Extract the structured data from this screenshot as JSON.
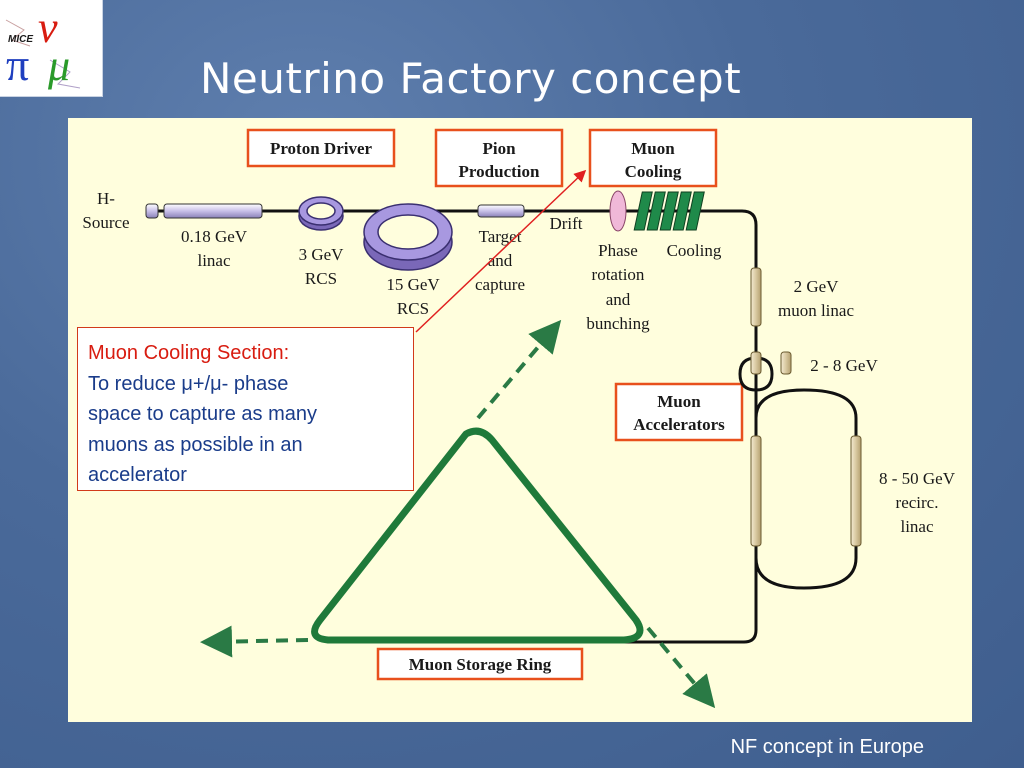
{
  "logo": {
    "letters": [
      "MICE",
      "π",
      "ν",
      "μ"
    ]
  },
  "title": "Neutrino Factory concept",
  "diagram": {
    "boxes": {
      "proton_driver": "Proton Driver",
      "pion_production": [
        "Pion",
        "Production"
      ],
      "muon_cooling": [
        "Muon",
        "Cooling"
      ],
      "muon_accelerators": [
        "Muon",
        "Accelerators"
      ],
      "muon_storage_ring": "Muon Storage Ring"
    },
    "labels": {
      "h_source": [
        "H-",
        "Source"
      ],
      "linac": [
        "0.18 GeV",
        "linac"
      ],
      "rcs3": [
        "3 GeV",
        "RCS"
      ],
      "rcs15": [
        "15 GeV",
        "RCS"
      ],
      "target": [
        "Target",
        "and",
        "capture"
      ],
      "drift": "Drift",
      "phase": [
        "Phase",
        "rotation",
        "and",
        "bunching"
      ],
      "cooling": "Cooling",
      "muon_linac": [
        "2 GeV",
        "muon linac"
      ],
      "stage_2_8": "2 - 8 GeV",
      "recirc": [
        "8 - 50 GeV",
        "recirc.",
        "linac"
      ]
    },
    "colors": {
      "box_border": "#e8501c",
      "ring": "#1f7a3a",
      "arrow": "#2a7a45",
      "beamline": "#111111",
      "linac_fill": "#d8c8a0",
      "rcs_fill": "#8a78c8",
      "pointer": "#e02020"
    }
  },
  "note": {
    "title": "Muon Cooling Section:",
    "lines": [
      "To reduce μ+/μ- phase",
      "space to capture as many",
      "muons as possible in an",
      "accelerator"
    ]
  },
  "footer": "NF concept in Europe"
}
